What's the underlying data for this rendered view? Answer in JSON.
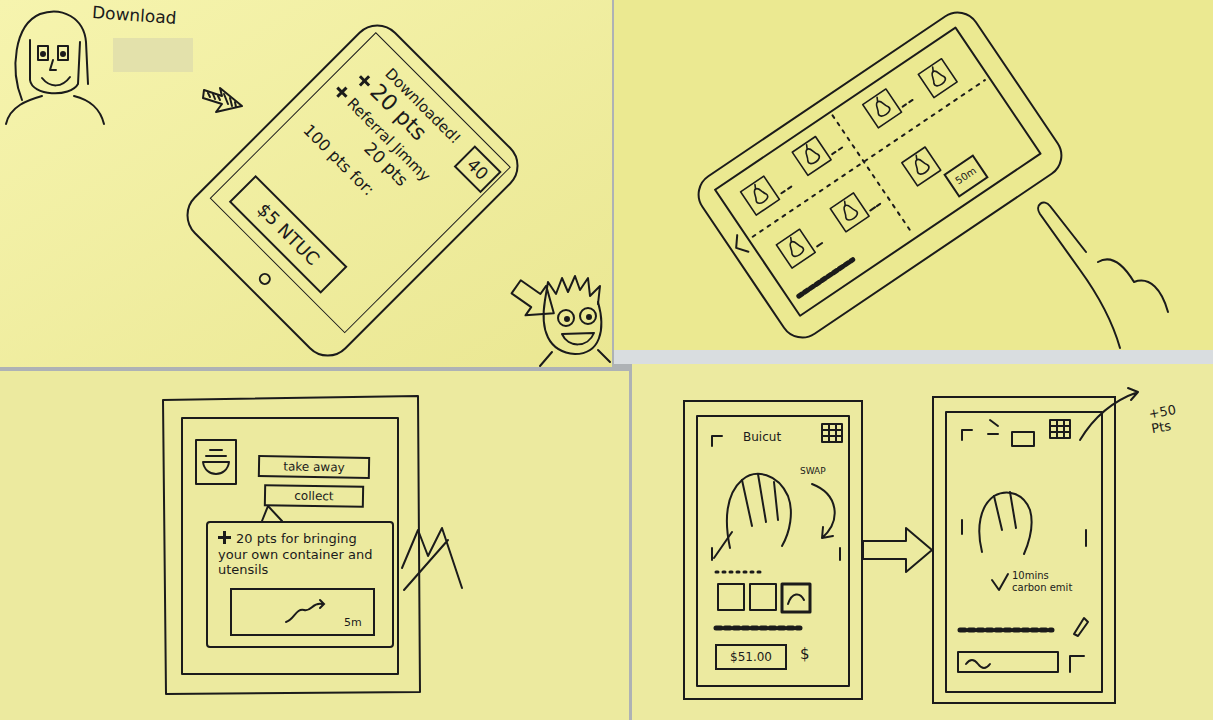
{
  "diagram": {
    "nodes": [
      {
        "text": [
          "Downloaded!",
          "20 pts",
          "Referral Jimmy",
          "20 pts",
          "100 pts for:"
        ]
      },
      {
        "text": [
          "40"
        ],
        "in": 0
      },
      {
        "text": [
          "$5 NTUC"
        ],
        "in": 0
      },
      {
        "text": [
          "50m"
        ]
      },
      {
        "text": [
          "take away"
        ]
      },
      {
        "text": [
          "collect"
        ]
      },
      {
        "text": [
          "20 pts for bringing your own container and utensils"
        ]
      },
      {
        "text": [
          "5m"
        ],
        "in": 6
      },
      {
        "text": [
          "Buicut"
        ]
      },
      {
        "text": [
          "$51.00"
        ],
        "in": 8
      },
      {
        "text": [
          "10mins carbon emit"
        ]
      }
    ],
    "edges": [
      {
        "from": 8,
        "to": 10,
        "arrow": "to"
      }
    ],
    "labels": [
      "Download",
      "SWAP",
      "$",
      "+50 Pts"
    ]
  }
}
